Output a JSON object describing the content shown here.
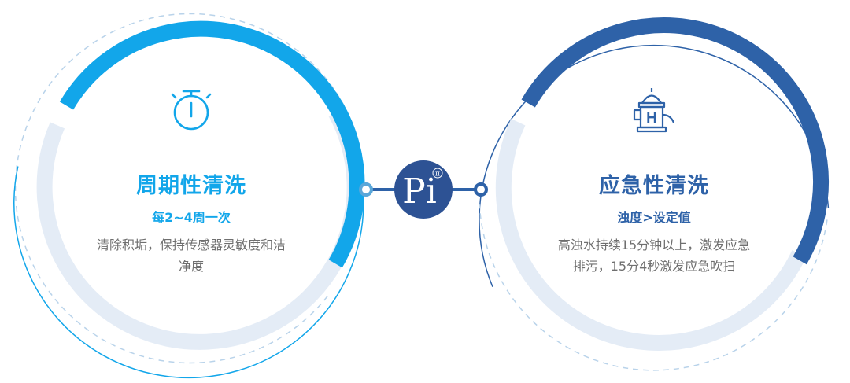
{
  "logo": {
    "text": "Pi",
    "superscript": "π"
  },
  "left_card": {
    "icon": "stopwatch-icon",
    "title": "周期性清洗",
    "subtitle": "每2~4周一次",
    "description_line1": "清除积垢，保持传感器灵敏度和洁",
    "description_line2": "净度",
    "accent_color": "#12a6ea"
  },
  "right_card": {
    "icon": "fire-hydrant-icon",
    "title": "应急性清洗",
    "subtitle": "浊度>设定值",
    "description_line1": "高浊水持续15分钟以上，激发应急",
    "description_line2": "排污，15分4秒激发应急吹扫",
    "accent_color": "#2e62a8"
  }
}
